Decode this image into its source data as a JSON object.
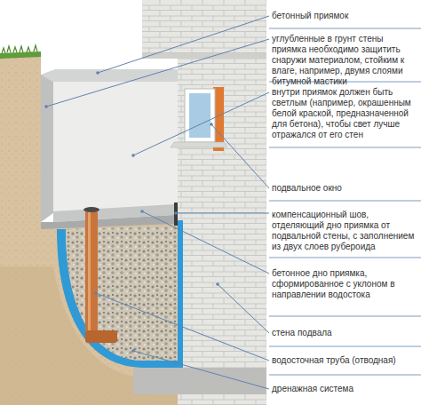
{
  "diagram": {
    "labels": [
      "бетонный приямок",
      "углубленные в грунт стены приямка необходимо защитить снаружи материалом, стойким к влаге, например, двумя слоями битумной мастики",
      "внутри приямок должен быть светлым (например, окрашенным белой краской, предназначенной для бетона), чтобы свет лучше отражался от его стен",
      "подвальное окно",
      "компенсационный шов, отделяющий дно приямка от подвальной стены, с заполнением из двух слоев рубероида",
      "бетонное дно приямка, сформированное с уклоном в направлении водостока",
      "стена подвала",
      "водосточная труба (отводная)",
      "дренажная система"
    ]
  }
}
